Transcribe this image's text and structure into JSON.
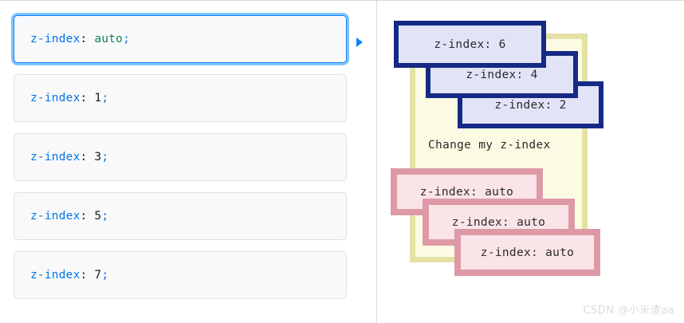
{
  "colors": {
    "accent_blue": "#0a84ff",
    "focus_ring": "#7fc4fd",
    "property_blue": "#0074e8",
    "keyword_green": "#12815f",
    "box_blue_border": "#152a84",
    "box_blue_fill": "#e2e3f7",
    "box_pink_border": "#dd9aa6",
    "box_pink_fill": "#fae4e7",
    "container_yellow_border": "#e3e2a4",
    "container_yellow_fill": "#fbfbe4",
    "panel_divider": "#dcdcdc",
    "item_bg": "#f9f9fa",
    "item_border": "#e0e0e2"
  },
  "left_panel": {
    "name": "css-declaration-list",
    "items": [
      {
        "property": "z-index",
        "colon": ":",
        "value": "auto",
        "value_type": "keyword",
        "semicolon": ";",
        "selected": true
      },
      {
        "property": "z-index",
        "colon": ":",
        "value": "1",
        "value_type": "number",
        "semicolon": ";",
        "selected": false
      },
      {
        "property": "z-index",
        "colon": ":",
        "value": "3",
        "value_type": "number",
        "semicolon": ";",
        "selected": false
      },
      {
        "property": "z-index",
        "colon": ":",
        "value": "5",
        "value_type": "number",
        "semicolon": ";",
        "selected": false
      },
      {
        "property": "z-index",
        "colon": ":",
        "value": "7",
        "value_type": "number",
        "semicolon": ";",
        "selected": false
      }
    ],
    "selection_marker_icon": "play-triangle-right-icon"
  },
  "right_panel": {
    "name": "z-index-stacking-preview",
    "container_label": "Change my z-index",
    "blue_boxes": [
      {
        "label": "z-index: 6",
        "z": 6
      },
      {
        "label": "z-index: 4",
        "z": 4
      },
      {
        "label": "z-index: 2",
        "z": 2
      }
    ],
    "pink_boxes": [
      {
        "label": "z-index: auto",
        "z": "auto"
      },
      {
        "label": "z-index: auto",
        "z": "auto"
      },
      {
        "label": "z-index: auto",
        "z": "auto"
      }
    ]
  },
  "watermark": {
    "text": "CSDN @小米渣aa"
  }
}
